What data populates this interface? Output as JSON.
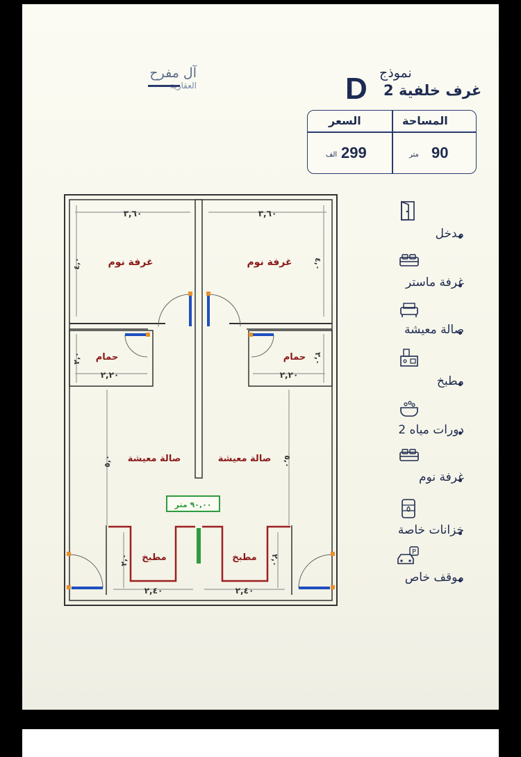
{
  "brand": {
    "name": "آل مفرح",
    "sub": "العقارية"
  },
  "model": {
    "line1": "نموذج",
    "letter": "D",
    "line2": "2 غرف خلفية"
  },
  "price_box": {
    "area_label": "المساحة",
    "area_value": "90",
    "area_unit": "متر",
    "price_label": "السعر",
    "price_value": "299",
    "price_unit": "الف"
  },
  "features": [
    {
      "label": "مدخل",
      "icon": "door-icon"
    },
    {
      "label": "غرفة ماستر",
      "icon": "bed-icon"
    },
    {
      "label": "صالة معيشة",
      "icon": "sofa-icon"
    },
    {
      "label": "مطبخ",
      "icon": "kitchen-icon"
    },
    {
      "label": "2 دورات مياه",
      "icon": "bathtub-icon"
    },
    {
      "label": "غرفة نوم",
      "icon": "bed-icon"
    },
    {
      "label": "خزانات خاصة",
      "icon": "water-tank-icon"
    },
    {
      "label": "موقف خاص",
      "icon": "parking-icon"
    }
  ],
  "plan": {
    "bedroom": "غرفة نوم",
    "bathroom": "حمام",
    "living": "صالة معيشة",
    "kitchen": "مطبخ",
    "dim_top": "٣,٦٠",
    "dim_bath": "٢,٢٠",
    "dim_kitchen": "٢,٤٠",
    "dim_side": "٤,٠",
    "dim_bath_side": "٢,٠",
    "dim_living_side": "٥,٠",
    "dim_kitchen_side": "٢,٠",
    "area_tag": "٩٠,٠٠ متر"
  },
  "colors": {
    "navy": "#1f2b50",
    "wall": "#333333",
    "room_text": "#8b1a1a",
    "tag": "#2e9b3e"
  }
}
